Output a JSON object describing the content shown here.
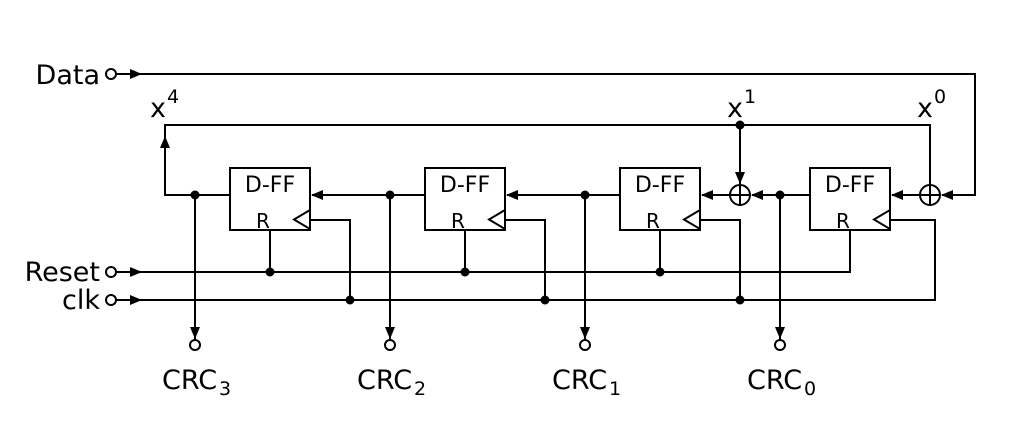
{
  "diagram": {
    "inputs": {
      "data": "Data",
      "reset": "Reset",
      "clk": "clk"
    },
    "taps": {
      "x4": {
        "base": "x",
        "exp": "4"
      },
      "x1": {
        "base": "x",
        "exp": "1"
      },
      "x0": {
        "base": "x",
        "exp": "0"
      }
    },
    "flipflop": {
      "label": "D-FF",
      "reset_pin": "R"
    },
    "outputs": {
      "crc3": {
        "base": "CRC",
        "sub": "3"
      },
      "crc2": {
        "base": "CRC",
        "sub": "2"
      },
      "crc1": {
        "base": "CRC",
        "sub": "1"
      },
      "crc0": {
        "base": "CRC",
        "sub": "0"
      }
    },
    "colors": {
      "line": "#000000",
      "background": "#ffffff"
    }
  }
}
